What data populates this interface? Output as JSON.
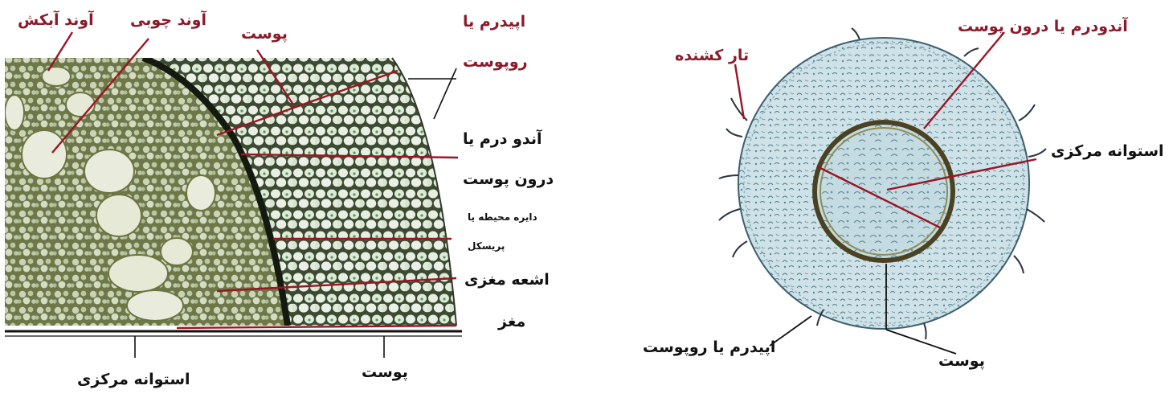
{
  "colors": {
    "label_red": "#8b1a2b",
    "label_black": "#111111",
    "leader_red": "#9a1525",
    "tissue_green": "#7f8a55",
    "tissue_light": "#cfd9c9",
    "root_blue": "#c9dde3",
    "endodermis_line": "#4b4222"
  },
  "stem": {
    "labels": {
      "phloem": "آوند آبکش",
      "xylem": "آوند چوبی",
      "cortex_top": "پوست",
      "epidermis_1": "اپیدرم یا",
      "epidermis_2": "روپوست",
      "endodermis_1": "آندو درم یا",
      "endodermis_2": "درون پوست",
      "pericycle_1": "دایره محیطه یا",
      "pericycle_2": "پریسکل",
      "medullary_rays": "اشعه مغزی",
      "pith": "مغز",
      "central_cylinder": "استوانه مرکزی",
      "cortex_bottom": "پوست"
    }
  },
  "root": {
    "labels": {
      "endodermis": "آندودرم یا درون پوست",
      "root_hair": "تار کشنده",
      "central_cylinder": "استوانه مرکزی",
      "epidermis": "اپیدرم یا روپوست",
      "cortex": "پوست"
    }
  }
}
